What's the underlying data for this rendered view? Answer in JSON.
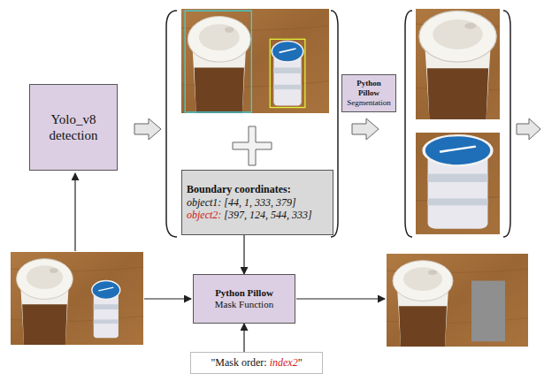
{
  "diagram": {
    "nodes": [
      {
        "text": [
          "Yolo_v8 detection"
        ]
      },
      {
        "text": [
          "Boundary coordinates:",
          "object1: [44, 1, 333, 379]",
          "object2:",
          "[397, 124, 544, 333]"
        ]
      },
      {
        "text": [
          "Python Pillow",
          "Segmentation"
        ]
      },
      {
        "text": [
          "Python Pillow",
          "Mask Function"
        ]
      },
      {
        "text": [
          "\"Mask order:",
          "index2",
          "\""
        ]
      }
    ],
    "edges": [
      {
        "from": 1,
        "to": 3,
        "arrow": "to"
      },
      {
        "from": 4,
        "to": 3,
        "arrow": "to"
      }
    ]
  }
}
